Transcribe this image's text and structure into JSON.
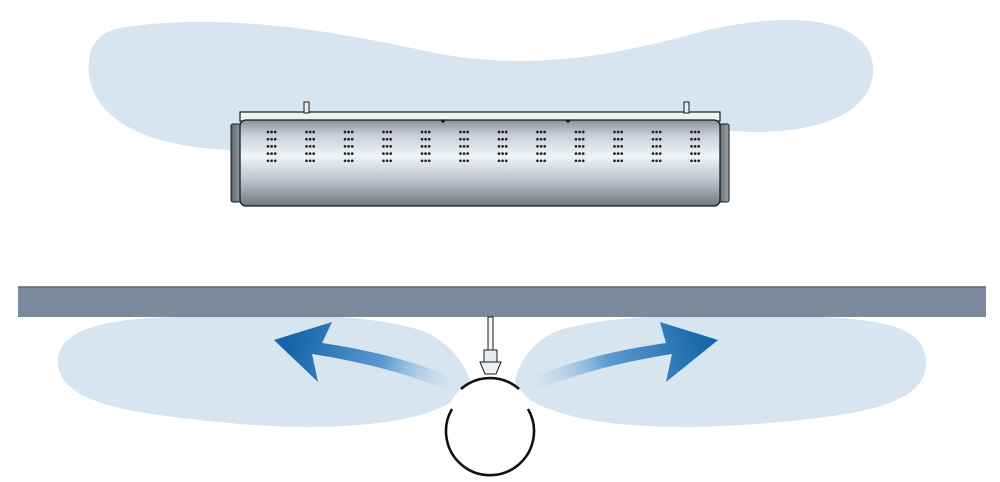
{
  "diagram": {
    "top_view": {
      "heater_vent_columns": 12,
      "heater_vent_rows": 5
    },
    "side_view": {
      "flow_arrows": [
        "left",
        "right"
      ]
    },
    "colors": {
      "air_cloud": "#d6e5ef",
      "ceiling_bar": "#7a8a9c",
      "arrow_dark": "#1565a8",
      "arrow_light": "#dbe9f4",
      "heater_light": "#eef2f5",
      "heater_dark": "#7c858e",
      "outline": "#1a1a1a"
    }
  }
}
